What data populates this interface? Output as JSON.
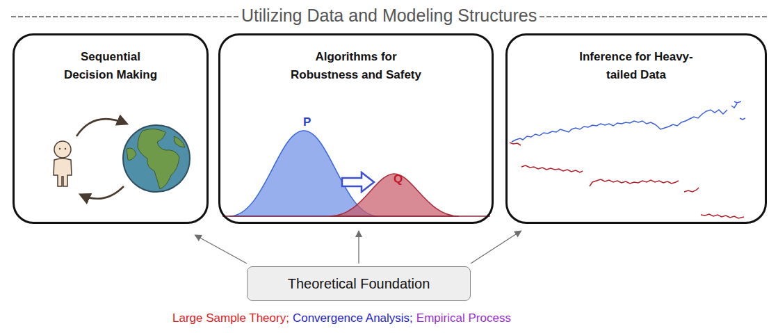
{
  "diagram": {
    "title": "Utilizing Data and Modeling Structures",
    "nodes": [
      {
        "text": [
          "Sequential Decision Making"
        ]
      },
      {
        "text": [
          "Algorithms for Robustness and Safety"
        ]
      },
      {
        "text": [
          "Inference for Heavy-tailed Data"
        ]
      },
      {
        "text": [
          "Theoretical Foundation"
        ]
      }
    ],
    "edges": [
      {
        "from": 3,
        "to": 0,
        "arrow": "to"
      },
      {
        "from": 3,
        "to": 1,
        "arrow": "to"
      },
      {
        "from": 3,
        "to": 2,
        "arrow": "to"
      }
    ],
    "labels": [
      "P",
      "Q",
      "Large Sample Theory;",
      "Convergence Analysis;",
      "Empirical Process"
    ]
  }
}
